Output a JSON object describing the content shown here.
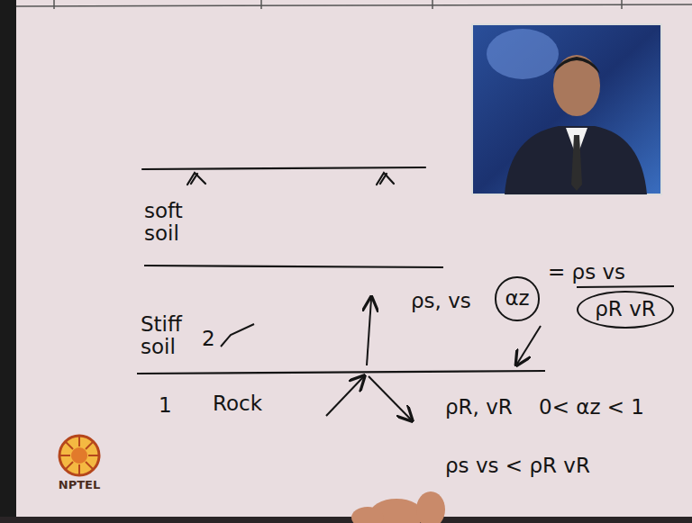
{
  "diagram": {
    "nodes": [
      {
        "text": [
          "αz"
        ]
      },
      {
        "text": [
          "ρR vR"
        ]
      }
    ],
    "labels": [
      "soft soil",
      "Stiff soil",
      "2",
      "1",
      "Rock",
      "ρs, vs",
      "= ρs vs",
      "ρR, vR",
      "0< αz < 1",
      "ρs vs < ρR vR",
      "NPTEL"
    ]
  }
}
